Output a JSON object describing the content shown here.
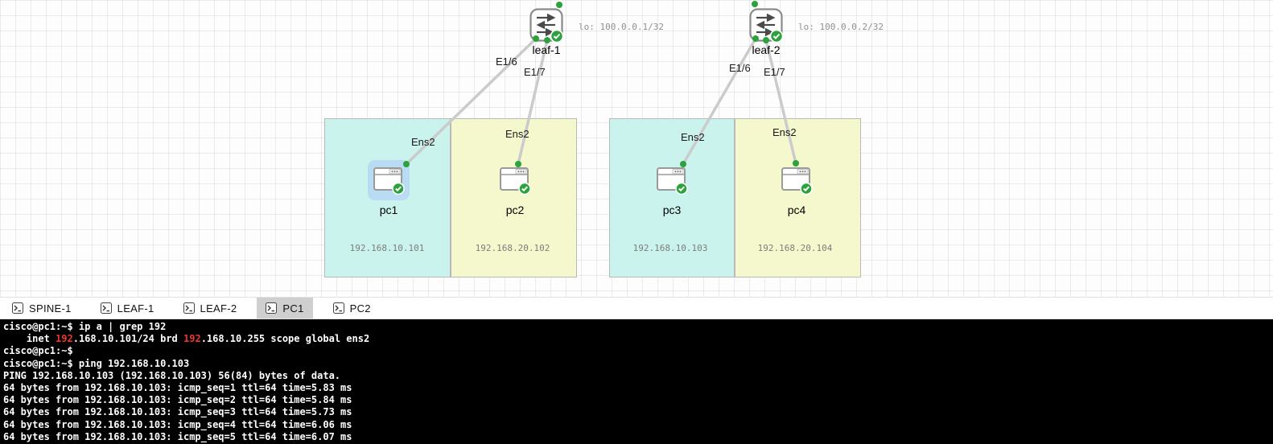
{
  "topology": {
    "leaves": [
      {
        "label": "leaf-1",
        "loopback": "lo: 100.0.0.1/32",
        "port_labels": [
          "E1/6",
          "E1/7"
        ]
      },
      {
        "label": "leaf-2",
        "loopback": "lo: 100.0.0.2/32",
        "port_labels": [
          "E1/6",
          "E1/7"
        ]
      }
    ],
    "pcs": [
      {
        "label": "pc1",
        "interface_label": "Ens2",
        "ip": "192.168.10.101",
        "selected": true
      },
      {
        "label": "pc2",
        "interface_label": "Ens2",
        "ip": "192.168.20.102",
        "selected": false
      },
      {
        "label": "pc3",
        "interface_label": "Ens2",
        "ip": "192.168.10.103",
        "selected": false
      },
      {
        "label": "pc4",
        "interface_label": "Ens2",
        "ip": "192.168.20.104",
        "selected": false
      }
    ],
    "zones": [
      {
        "color": "#c9f3ec"
      },
      {
        "color": "#f5f8cd"
      },
      {
        "color": "#c9f3ec"
      },
      {
        "color": "#f5f8cd"
      }
    ],
    "colors": {
      "link": "#cbcbcb",
      "port_dot": "#2ca23c",
      "status_ok": "#2ca23c",
      "pc_selection": "#b9dcf4"
    }
  },
  "console_tabs": [
    {
      "label": "SPINE-1",
      "active": false
    },
    {
      "label": "LEAF-1",
      "active": false
    },
    {
      "label": "LEAF-2",
      "active": false
    },
    {
      "label": "PC1",
      "active": true
    },
    {
      "label": "PC2",
      "active": false
    }
  ],
  "terminal": {
    "bg": "#000000",
    "fg": "#ffffff",
    "match_color": "#e8392e",
    "lines": [
      {
        "segments": [
          {
            "text": "cisco@pc1:~$ ip a | grep 192"
          }
        ]
      },
      {
        "segments": [
          {
            "text": "    inet "
          },
          {
            "text": "192",
            "color": "red"
          },
          {
            "text": ".168.10.101/24 brd "
          },
          {
            "text": "192",
            "color": "red"
          },
          {
            "text": ".168.10.255 scope global ens2"
          }
        ]
      },
      {
        "segments": [
          {
            "text": "cisco@pc1:~$"
          }
        ]
      },
      {
        "segments": [
          {
            "text": "cisco@pc1:~$ ping 192.168.10.103"
          }
        ]
      },
      {
        "segments": [
          {
            "text": "PING 192.168.10.103 (192.168.10.103) 56(84) bytes of data."
          }
        ]
      },
      {
        "segments": [
          {
            "text": "64 bytes from 192.168.10.103: icmp_seq=1 ttl=64 time=5.83 ms"
          }
        ]
      },
      {
        "segments": [
          {
            "text": "64 bytes from 192.168.10.103: icmp_seq=2 ttl=64 time=5.84 ms"
          }
        ]
      },
      {
        "segments": [
          {
            "text": "64 bytes from 192.168.10.103: icmp_seq=3 ttl=64 time=5.73 ms"
          }
        ]
      },
      {
        "segments": [
          {
            "text": "64 bytes from 192.168.10.103: icmp_seq=4 ttl=64 time=6.06 ms"
          }
        ]
      },
      {
        "segments": [
          {
            "text": "64 bytes from 192.168.10.103: icmp_seq=5 ttl=64 time=6.07 ms"
          }
        ]
      }
    ]
  }
}
